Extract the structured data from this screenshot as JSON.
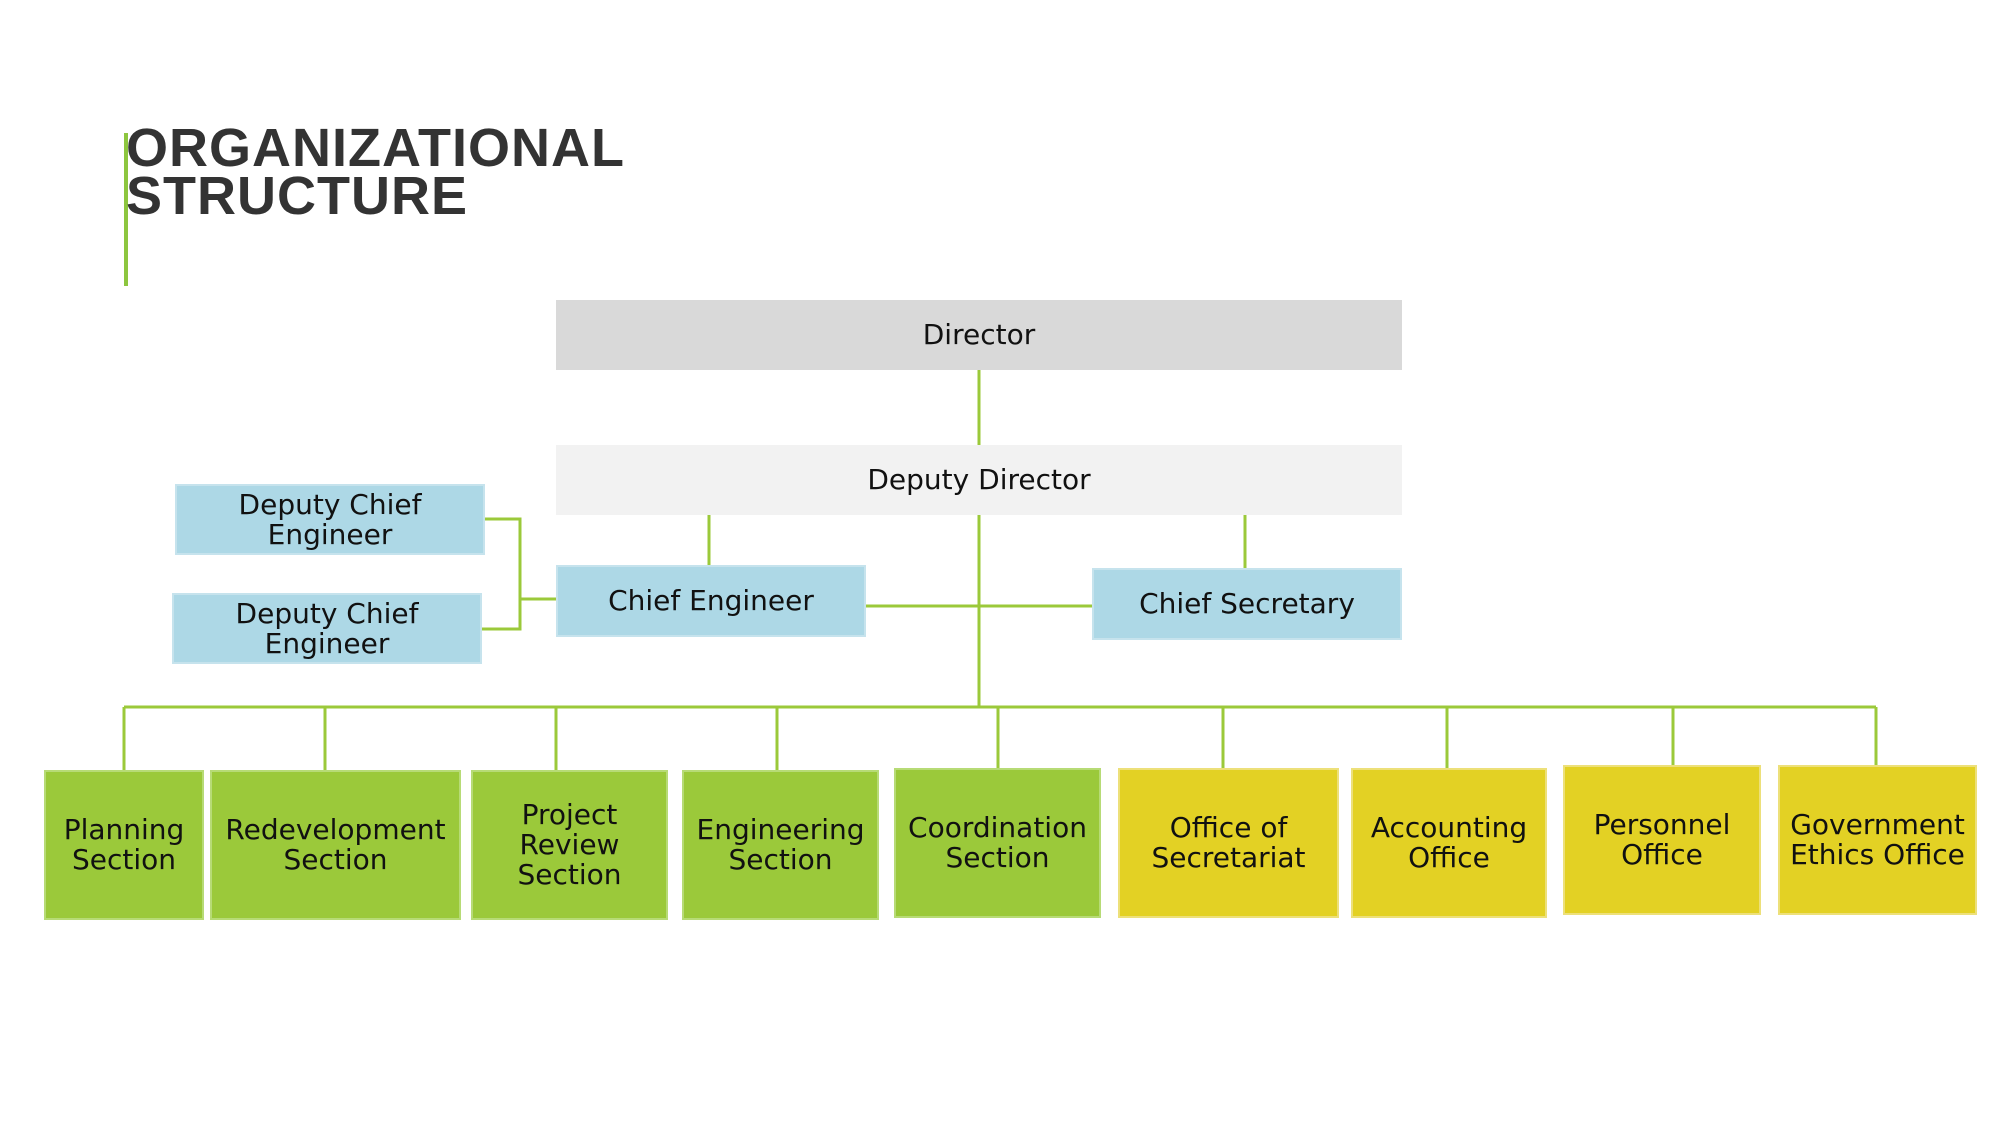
{
  "title": {
    "line1": "ORGANIZATIONAL",
    "line2": "STRUCTURE"
  },
  "colors": {
    "accent": "#8dc63f",
    "connector": "#9bc93a",
    "top_box": "#d9d9d9",
    "deputy_box": "#f2f2f2",
    "staff_box": "#add8e6",
    "section_box": "#9bc93a",
    "office_box": "#e3d124"
  },
  "nodes": {
    "director": "Director",
    "deputy_director": "Deputy Director",
    "chief_engineer": "Chief Engineer",
    "chief_secretary": "Chief Secretary",
    "deputy_chief_engineers": [
      "Deputy Chief Engineer",
      "Deputy Chief Engineer"
    ],
    "sections": [
      "Planning Section",
      "Redevelopment Section",
      "Project Review Section",
      "Engineering Section",
      "Coordination Section"
    ],
    "offices": [
      "Office of Secretariat",
      "Accounting Office",
      "Personnel Office",
      "Government Ethics Office"
    ]
  }
}
